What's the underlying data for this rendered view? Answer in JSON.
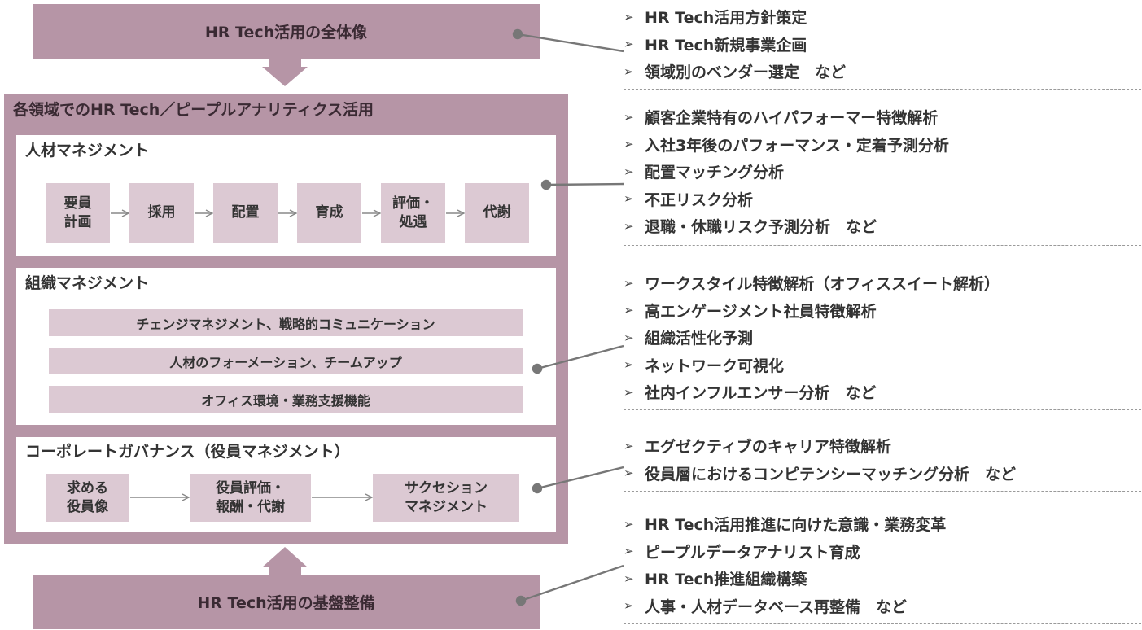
{
  "top_banner": "HR Tech活用の全体像",
  "bottom_banner": "HR Tech活用の基盤整備",
  "outer_title": "各領域でのHR Tech／ピープルアナリティクス活用",
  "talent": {
    "title": "人材マネジメント",
    "steps": [
      "要員\n計画",
      "採用",
      "配置",
      "育成",
      "評価・\n処遇",
      "代謝"
    ]
  },
  "organization": {
    "title": "組織マネジメント",
    "bars": [
      "チェンジマネジメント、戦略的コミュニケーション",
      "人材のフォーメーション、チームアップ",
      "オフィス環境・業務支援機能"
    ]
  },
  "governance": {
    "title": "コーポレートガバナンス（役員マネジメント）",
    "steps": [
      "求める\n役員像",
      "役員評価・\n報酬・代謝",
      "サクセション\nマネジメント"
    ]
  },
  "lists": [
    [
      "HR Tech活用方針策定",
      "HR Tech新規事業企画",
      "領域別のベンダー選定　など"
    ],
    [
      "顧客企業特有のハイパフォーマー特徴解析",
      "入社3年後のパフォーマンス・定着予測分析",
      "配置マッチング分析",
      "不正リスク分析",
      "退職・休職リスク予測分析　など"
    ],
    [
      "ワークスタイル特徴解析（オフィススイート解析）",
      "高エンゲージメント社員特徴解析",
      "組織活性化予測",
      "ネットワーク可視化",
      "社内インフルエンサー分析　など"
    ],
    [
      "エグゼクティブのキャリア特徴解析",
      "役員層におけるコンピテンシーマッチング分析　など"
    ],
    [
      "HR Tech活用推進に向けた意識・業務変革",
      "ピープルデータアナリスト育成",
      "HR Tech推進組織構築",
      "人事・人材データベース再整備　など"
    ]
  ],
  "bullet_glyph": "➢",
  "colors": {
    "mauve": "#b695a6",
    "light_mauve": "#dcc9d3",
    "text": "#333333"
  }
}
